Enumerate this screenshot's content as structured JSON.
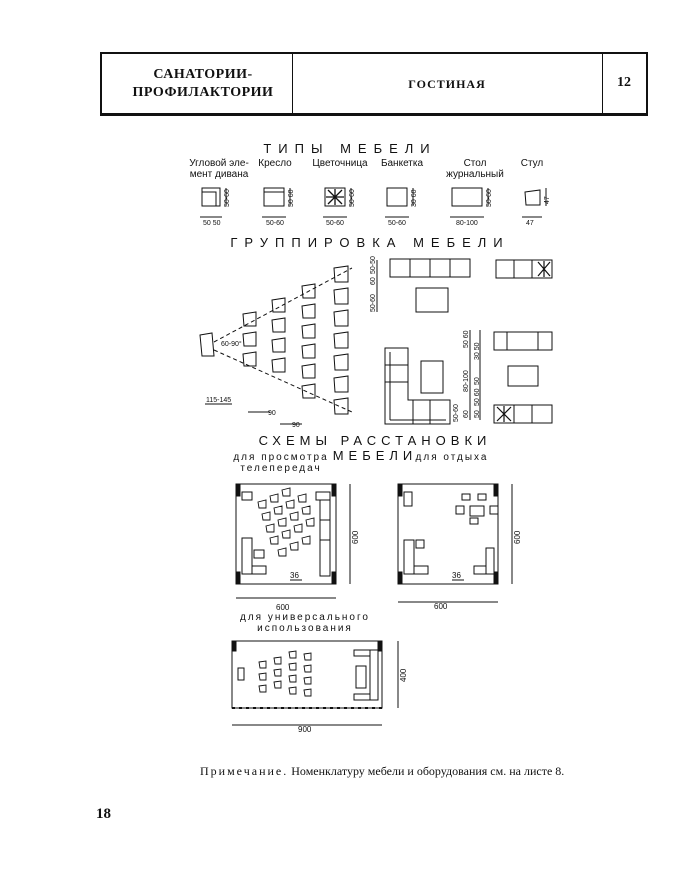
{
  "header": {
    "title_line1": "САНАТОРИИ-",
    "title_line2": "ПРОФИЛАКТОРИИ",
    "section": "ГОСТИНАЯ",
    "sheet_number": "12"
  },
  "furniture_types": {
    "heading": "ТИПЫ МЕБЕЛИ",
    "items": [
      {
        "name_line1": "Угловой эле-",
        "name_line2": "мент дивана",
        "dim_w": "50 50",
        "dim_h": "50-60"
      },
      {
        "name_line1": "Кресло",
        "name_line2": "",
        "dim_w": "50-60",
        "dim_h": "50 60"
      },
      {
        "name_line1": "Цветочница",
        "name_line2": "",
        "dim_w": "50-60",
        "dim_h": "50-60"
      },
      {
        "name_line1": "Банкетка",
        "name_line2": "",
        "dim_w": "50-60",
        "dim_h": "30 60"
      },
      {
        "name_line1": "Стол",
        "name_line2": "журнальный",
        "dim_w": "80-100",
        "dim_h": "50-60"
      },
      {
        "name_line1": "Стул",
        "name_line2": "",
        "dim_w": "47",
        "dim_h": "47"
      }
    ]
  },
  "grouping": {
    "heading": "ГРУППИРОВКА МЕБЕЛИ",
    "dims": {
      "angle": "60-90°",
      "d1": "115-145",
      "d2": "90",
      "d3": "90",
      "v1": "50-60",
      "v2": "60",
      "v3": "50-50",
      "v4": "50 60",
      "v5": "30 50",
      "v6": "80-100",
      "v7": "50",
      "v8": "50 60",
      "v9": "50",
      "v10": "60",
      "v11": "50-60"
    }
  },
  "layouts": {
    "heading": "СХЕМЫ РАССТАНОВКИ МЕБЕЛИ",
    "tv": {
      "label_line1": "для просмотра",
      "label_line2": "телепередач",
      "area": "36",
      "width": "600",
      "height": "600"
    },
    "rest": {
      "label": "для отдыха",
      "area": "36",
      "width": "600",
      "height": "600"
    },
    "universal": {
      "label_line1": "для универсального",
      "label_line2": "использования",
      "width": "900",
      "height": "400"
    }
  },
  "note": {
    "label": "Примечание.",
    "text": " Номенклатуру мебели и оборудования см. на листе 8."
  },
  "page_number": "18"
}
